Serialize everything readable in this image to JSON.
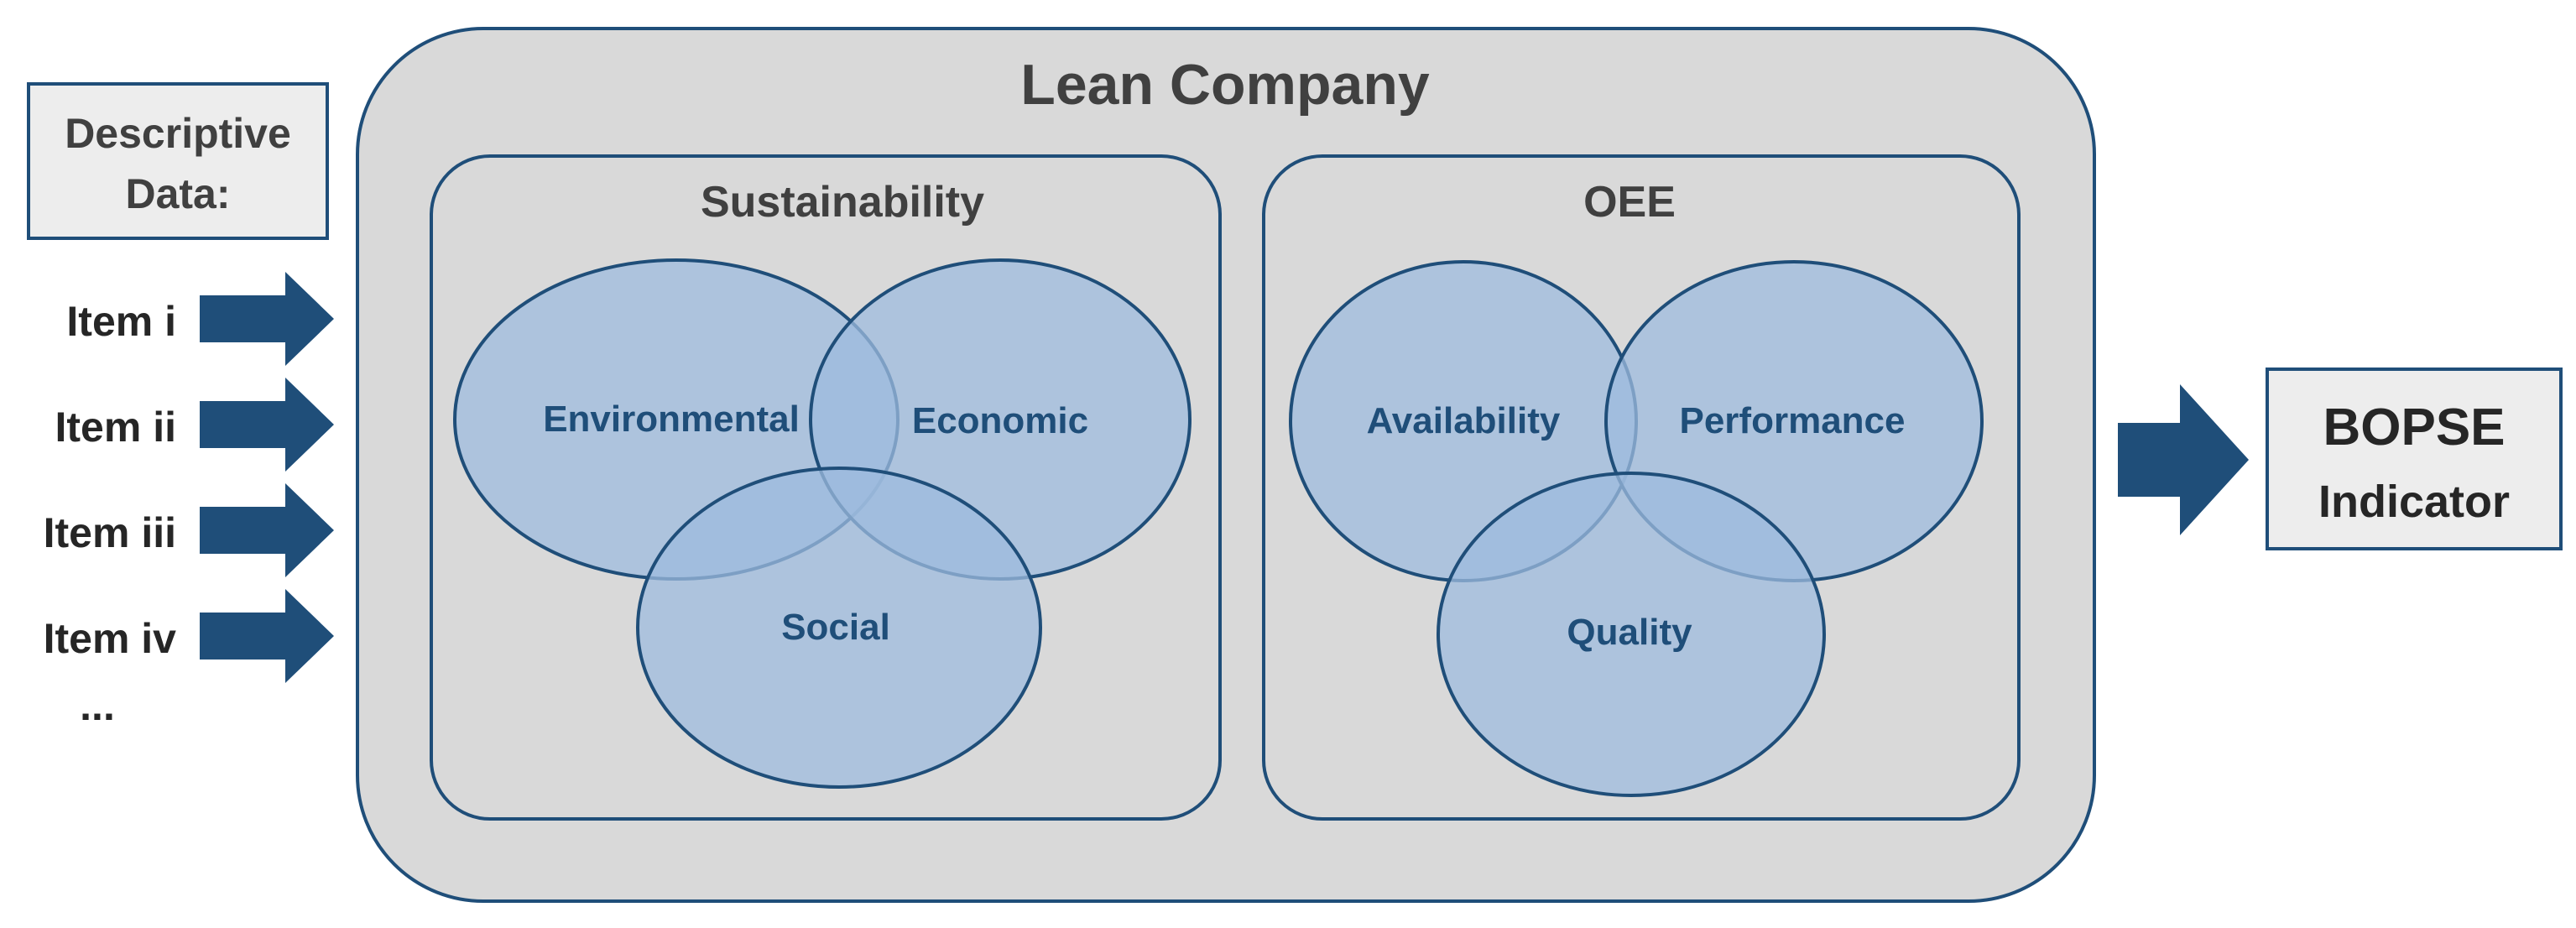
{
  "descriptive_data": {
    "line1": "Descriptive",
    "line2": "Data:"
  },
  "items": [
    "Item i",
    "Item ii",
    "Item iii",
    "Item iv",
    "..."
  ],
  "company": {
    "title": "Lean Company"
  },
  "sustainability": {
    "title": "Sustainability",
    "circles": [
      "Environmental",
      "Economic",
      "Social"
    ]
  },
  "oee": {
    "title": "OEE",
    "circles": [
      "Availability",
      "Performance",
      "Quality"
    ]
  },
  "output": {
    "line1": "BOPSE",
    "line2": "Indicator"
  },
  "colors": {
    "container_fill": "#d9d9d9",
    "border": "#1f4e79",
    "circle_fill": "#9dbbdd",
    "arrow": "#1f4e79"
  }
}
